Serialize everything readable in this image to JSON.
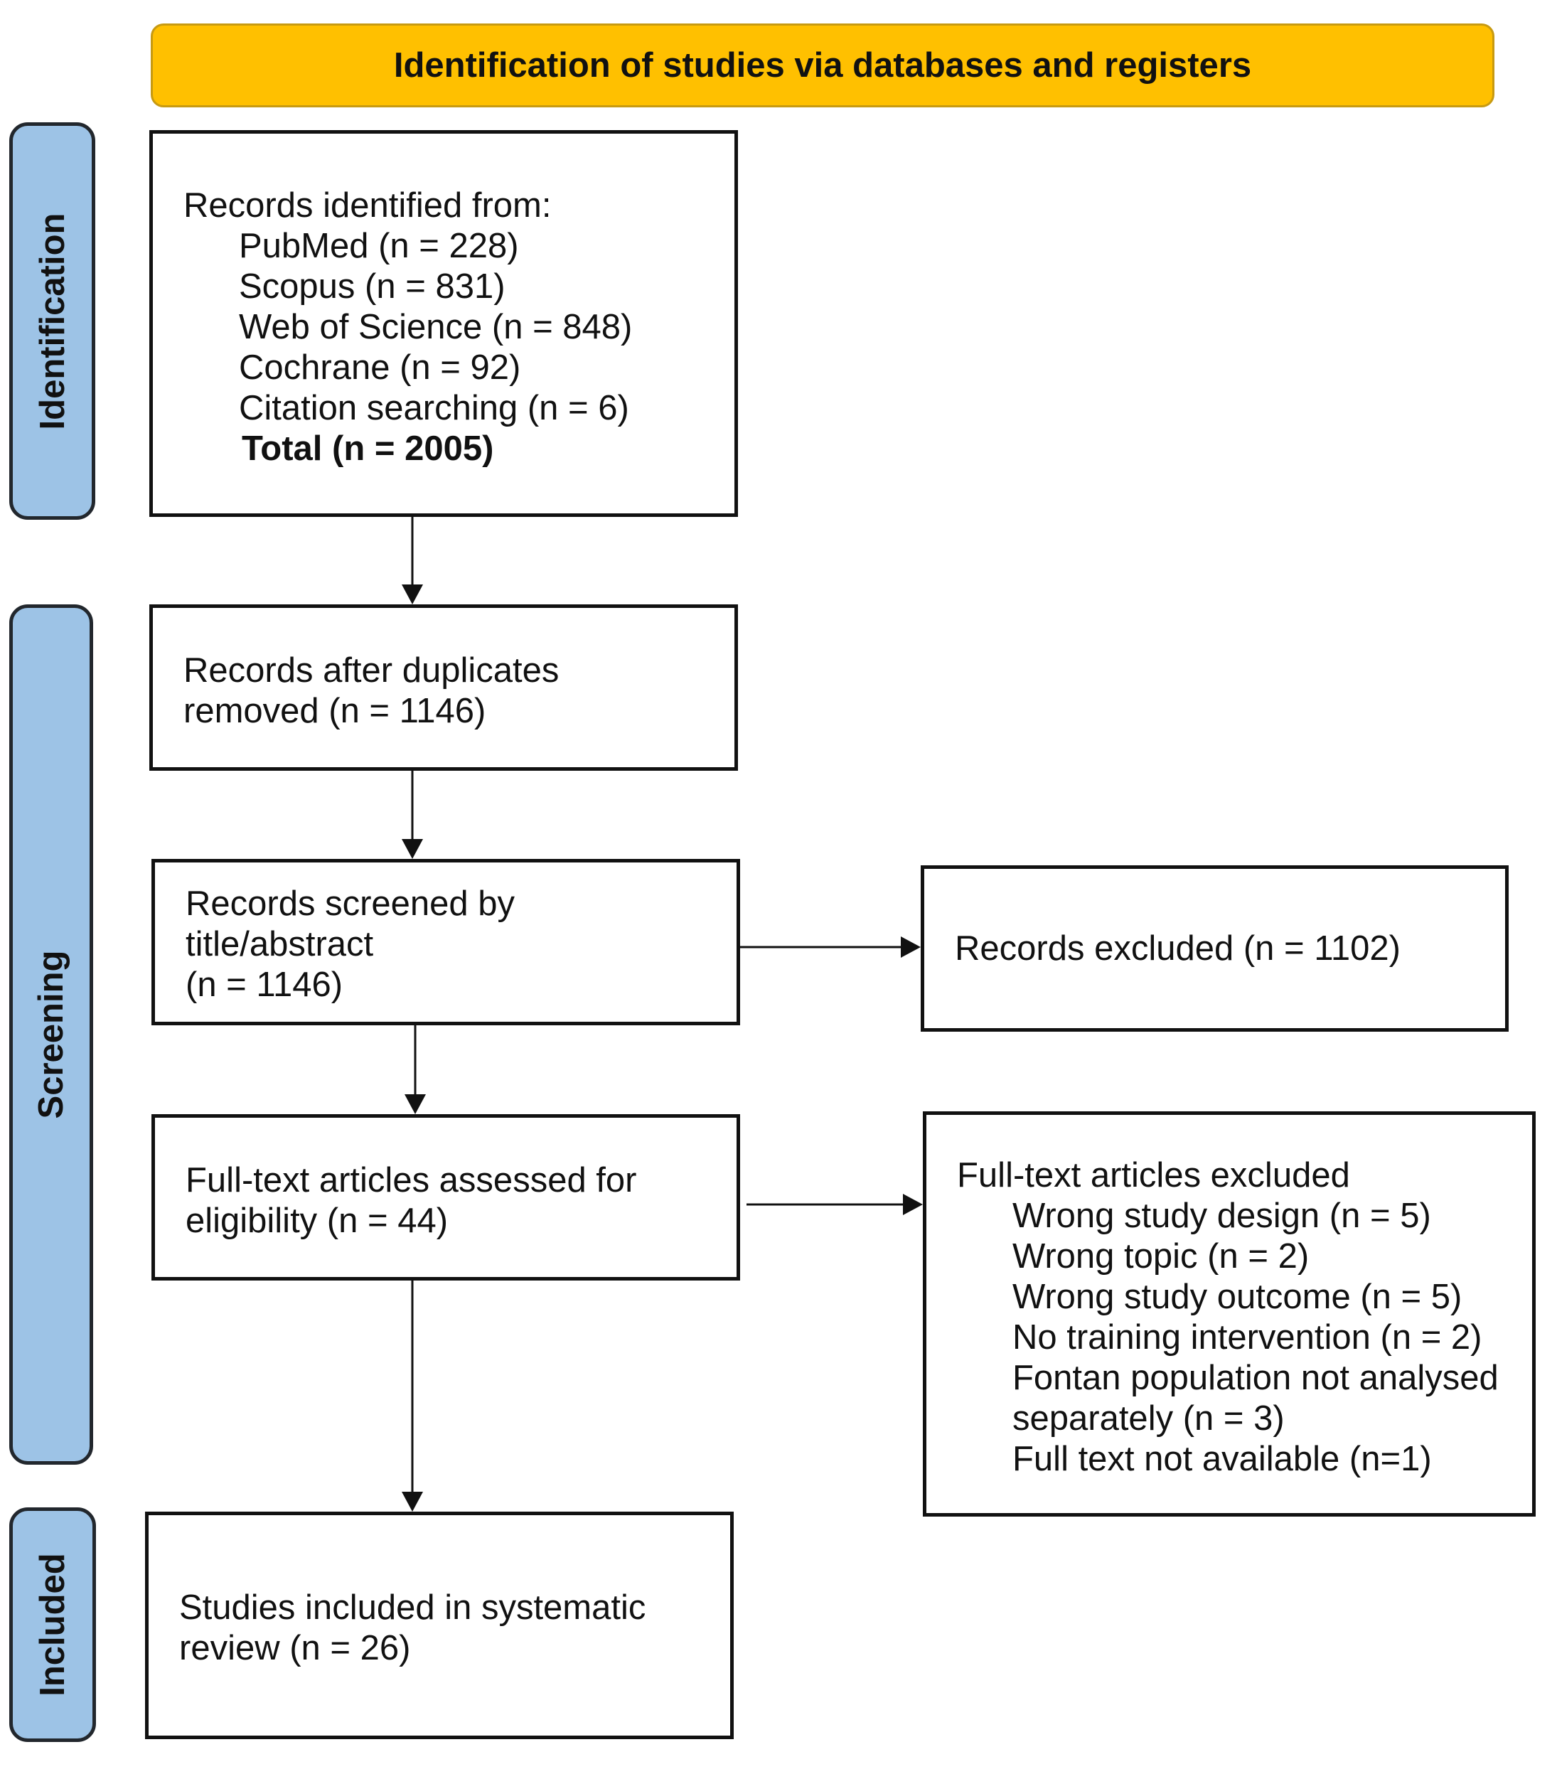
{
  "banner": {
    "title": "Identification of studies via databases and registers"
  },
  "phases": {
    "identification": "Identification",
    "screening": "Screening",
    "included": "Included"
  },
  "identification": {
    "heading": "Records identified from:",
    "sources": [
      "PubMed (n = 228)",
      "Scopus (n = 831)",
      "Web of Science (n = 848)",
      "Cochrane (n = 92)",
      "Citation searching (n = 6)"
    ],
    "total": "Total (n = 2005)"
  },
  "dedup": {
    "line1": "Records after duplicates",
    "line2": "removed (n = 1146)"
  },
  "screened": {
    "line1": "Records screened by",
    "line2": "title/abstract",
    "line3": "(n = 1146)"
  },
  "excluded_records": {
    "text": "Records excluded (n = 1102)"
  },
  "fulltext_assessed": {
    "line1": "Full-text articles assessed for",
    "line2": "eligibility (n = 44)"
  },
  "fulltext_excluded": {
    "heading": "Full-text articles excluded",
    "reasons": [
      "Wrong study design (n = 5)",
      "Wrong topic (n = 2)",
      "Wrong study outcome (n = 5)",
      "No training intervention (n = 2)",
      "Fontan population not analysed",
      "separately (n = 3)",
      "Full text not available (n=1)"
    ]
  },
  "included": {
    "line1": "Studies included in systematic",
    "line2": "review (n = 26)"
  }
}
